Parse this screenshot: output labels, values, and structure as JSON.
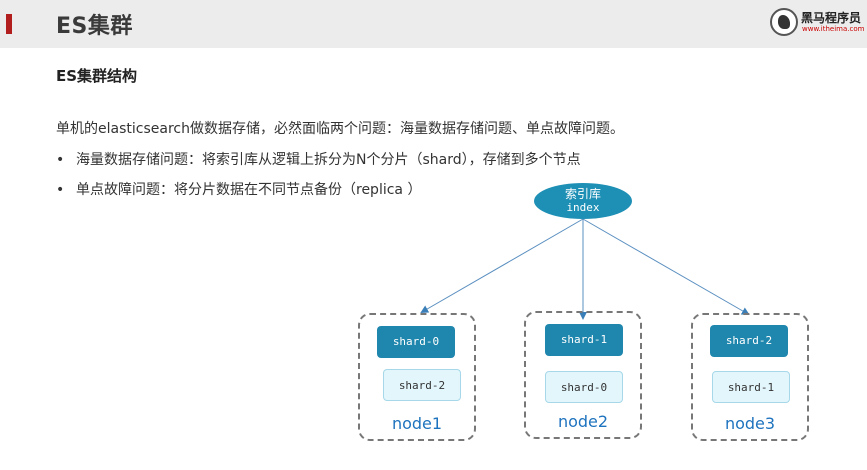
{
  "header": {
    "title": "ES集群",
    "logo": {
      "name": "黑马程序员",
      "url_text": "www.itheima.com"
    }
  },
  "content": {
    "subtitle": "ES集群结构",
    "intro": "单机的elasticsearch做数据存储，必然面临两个问题：海量数据存储问题、单点故障问题。",
    "bullets": [
      "海量数据存储问题：将索引库从逻辑上拆分为N个分片（shard），存储到多个节点",
      "单点故障问题：将分片数据在不同节点备份（replica ）"
    ],
    "bullet_marker": "•"
  },
  "diagram": {
    "index": {
      "label_cn": "索引库",
      "label_en": "index",
      "color": "#1e8fb5"
    },
    "nodes": [
      {
        "name": "node1",
        "primary": "shard-0",
        "replica": "shard-2"
      },
      {
        "name": "node2",
        "primary": "shard-1",
        "replica": "shard-0"
      },
      {
        "name": "node3",
        "primary": "shard-2",
        "replica": "shard-1"
      }
    ],
    "colors": {
      "primary": "#1f86ad",
      "replica": "#e3f6fc",
      "node_label": "#1e73be",
      "arrow": "#3b7fb8"
    }
  }
}
